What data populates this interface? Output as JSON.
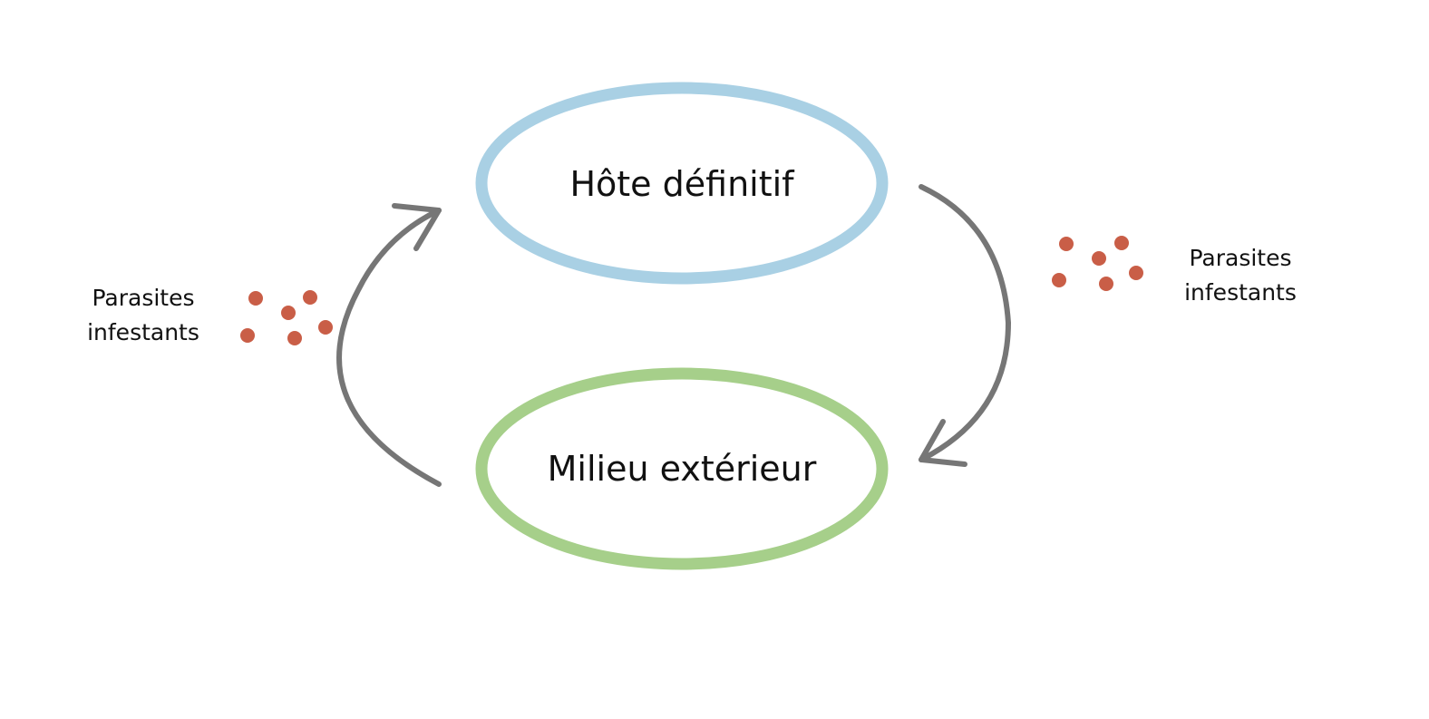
{
  "nodes": {
    "host": {
      "label": "Hôte définitif",
      "ring_color": "#A9D0E4"
    },
    "environment": {
      "label": "Milieu extérieur",
      "ring_color": "#A6CF8A"
    }
  },
  "parasites": {
    "left": {
      "line1": "Parasites",
      "line2": "infestants"
    },
    "right": {
      "line1": "Parasites",
      "line2": "infestants"
    },
    "dot_color": "#C95E47"
  },
  "arrow_color": "#767676",
  "icons": {
    "cycle_arrow_left": "curved-arrow-up-icon",
    "cycle_arrow_right": "curved-arrow-down-icon",
    "parasite_dots": "dot-cluster-icon"
  }
}
